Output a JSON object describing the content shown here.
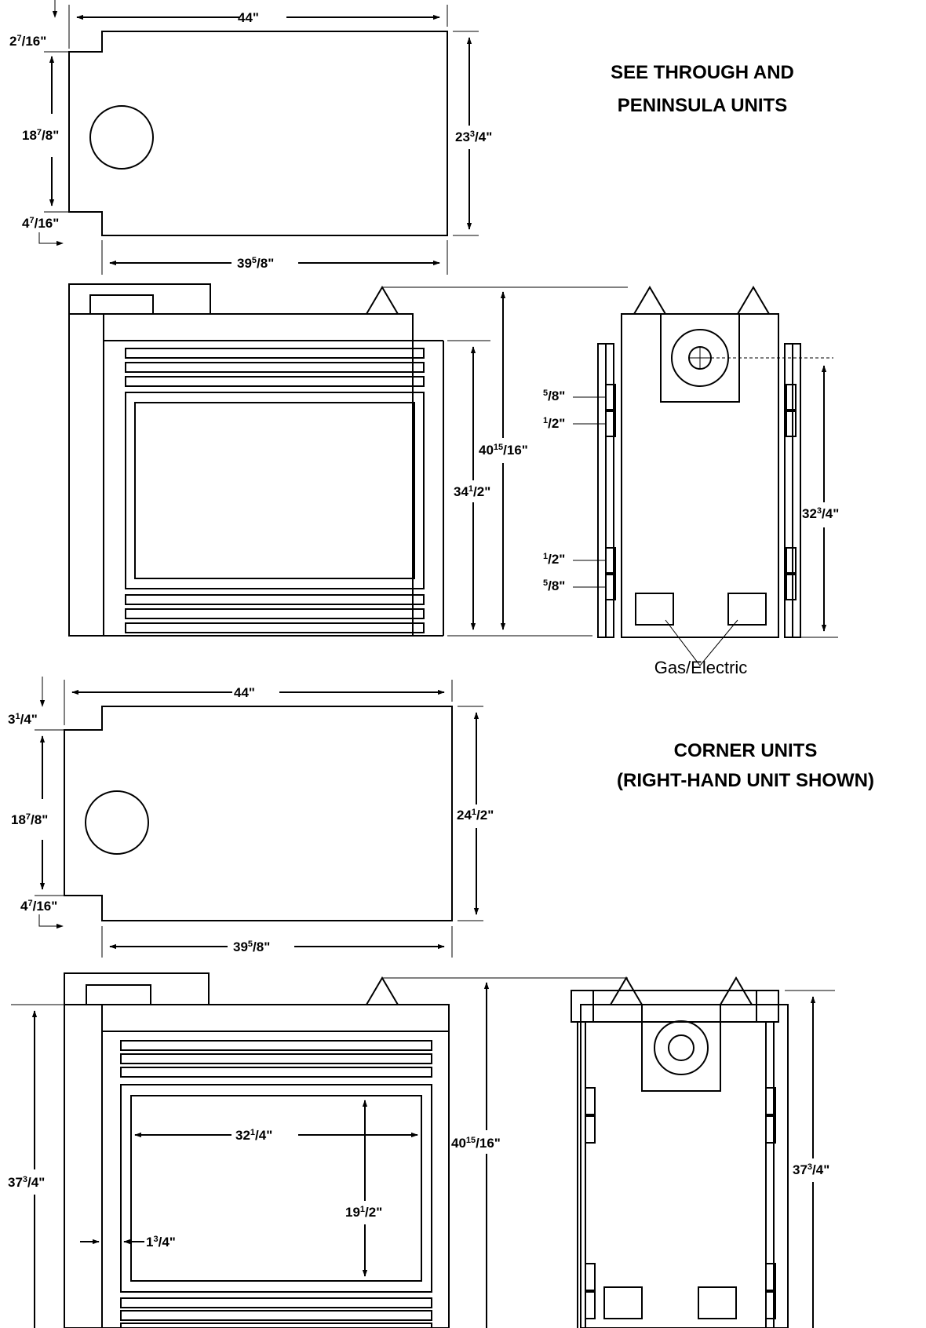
{
  "titles": {
    "see_through_line1": "SEE THROUGH AND",
    "see_through_line2": "PENINSULA UNITS",
    "corner_line1": "CORNER UNITS",
    "corner_line2": "(RIGHT-HAND UNIT SHOWN)"
  },
  "callouts": {
    "gas_electric": "Gas/Electric"
  },
  "see_through": {
    "top_width": {
      "whole": "44\""
    },
    "front_offset": {
      "whole": "2",
      "num": "7",
      "den": "/16\""
    },
    "flue_height": {
      "whole": "18",
      "num": "7",
      "den": "/8\""
    },
    "rear_offset": {
      "whole": "4",
      "num": "7",
      "den": "/16\""
    },
    "depth": {
      "whole": "23",
      "num": "3",
      "den": "/4\""
    },
    "bottom_width": {
      "whole": "39",
      "num": "5",
      "den": "/8\""
    },
    "front_height": {
      "whole": "34",
      "num": "1",
      "den": "/2\""
    },
    "overall_height": {
      "whole": "40",
      "num": "15",
      "den": "/16\""
    },
    "side_upper_1": {
      "num": "5",
      "den": "/8\""
    },
    "side_upper_2": {
      "num": "1",
      "den": "/2\""
    },
    "side_lower_1": {
      "num": "1",
      "den": "/2\""
    },
    "side_lower_2": {
      "num": "5",
      "den": "/8\""
    },
    "side_height": {
      "whole": "32",
      "num": "3",
      "den": "/4\""
    }
  },
  "corner": {
    "top_width": {
      "whole": "44\""
    },
    "front_offset": {
      "whole": "3",
      "num": "1",
      "den": "/4\""
    },
    "flue_height": {
      "whole": "18",
      "num": "7",
      "den": "/8\""
    },
    "rear_offset": {
      "whole": "4",
      "num": "7",
      "den": "/16\""
    },
    "depth": {
      "whole": "24",
      "num": "1",
      "den": "/2\""
    },
    "bottom_width": {
      "whole": "39",
      "num": "5",
      "den": "/8\""
    },
    "left_height": {
      "whole": "37",
      "num": "3",
      "den": "/4\""
    },
    "opening_width": {
      "whole": "32",
      "num": "1",
      "den": "/4\""
    },
    "opening_height": {
      "whole": "19",
      "num": "1",
      "den": "/2\""
    },
    "side_trim": {
      "whole": "1",
      "num": "3",
      "den": "/4\""
    },
    "overall_height": {
      "whole": "40",
      "num": "15",
      "den": "/16\""
    },
    "side_height": {
      "whole": "37",
      "num": "3",
      "den": "/4\""
    }
  }
}
